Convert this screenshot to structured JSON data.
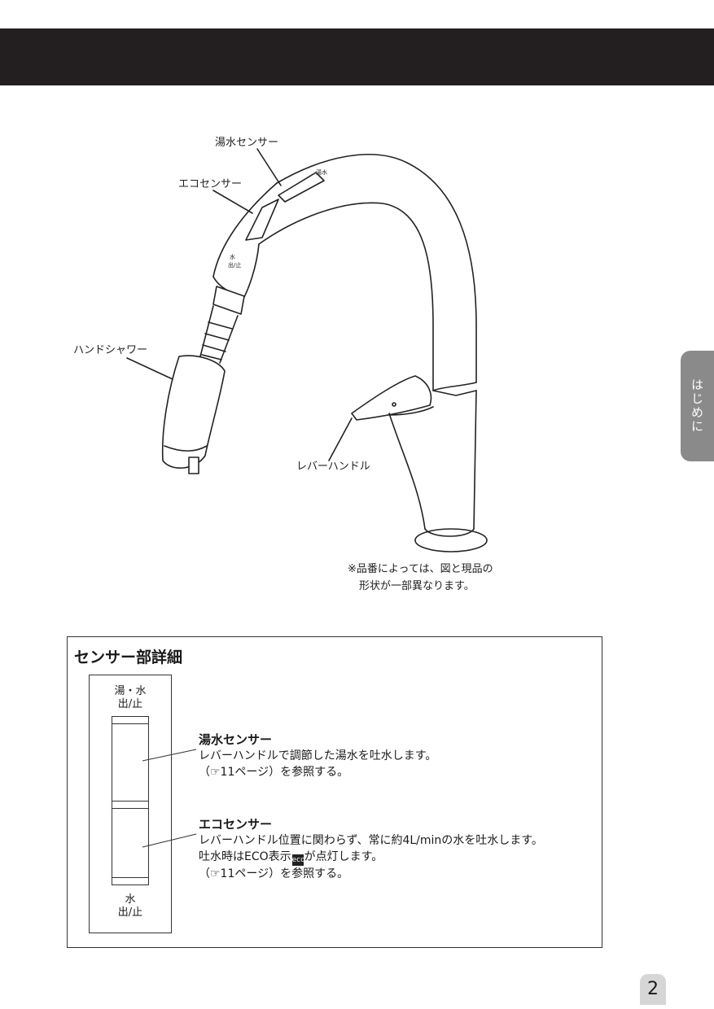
{
  "side_tab": {
    "label": "はじめに"
  },
  "labels": {
    "hot_water_sensor": "湯水センサー",
    "eco_sensor": "エコセンサー",
    "hand_shower": "ハンドシャワー",
    "lever_handle": "レバーハンドル"
  },
  "faucet_marks": {
    "stop_top": "水",
    "stop_bottom": "出/止"
  },
  "note": {
    "line1": "※品番によっては、図と現品の",
    "line2": "形状が一部異なります。"
  },
  "detail": {
    "title": "センサー部詳細",
    "panel_top_line1": "湯・水",
    "panel_top_line2": "出/止",
    "panel_bottom_line1": "水",
    "panel_bottom_line2": "出/止",
    "hot_water": {
      "heading": "湯水センサー",
      "line1": "レバーハンドルで調節した湯水を吐水します。",
      "line2": "（☞11ページ）を参照する。"
    },
    "eco": {
      "heading": "エコセンサー",
      "line1": "レバーハンドル位置に関わらず、常に約4L/minの水を吐水します。",
      "line2_pre": "吐水時はECO表示",
      "eco_icon": "eco",
      "line2_post": "が点灯します。",
      "line3": "（☞11ページ）を参照する。"
    }
  },
  "page_number": "2"
}
